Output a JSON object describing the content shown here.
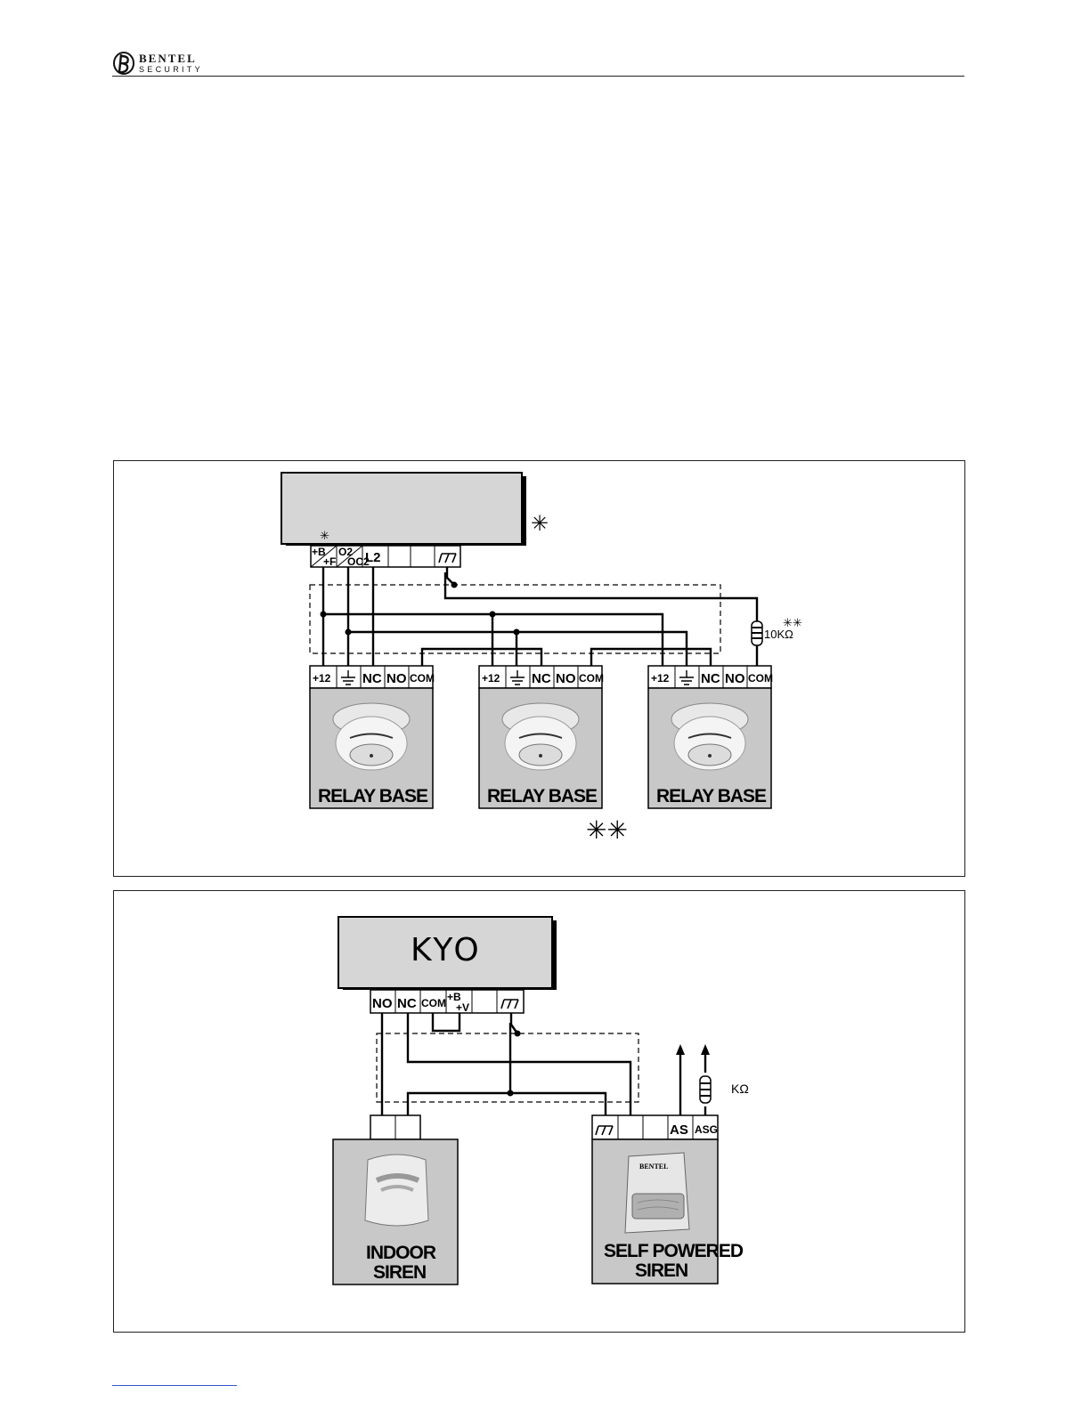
{
  "header": {
    "brand": "BENTEL",
    "brand_sub": "SECURITY"
  },
  "diagram1": {
    "panel_terminals": [
      "+B",
      "+F",
      "O2",
      "OC2",
      "L2",
      "",
      ""
    ],
    "panel_note_mark": "✳",
    "terminal_note_mark": "✳",
    "resistor_label": "10KΩ",
    "resistor_mark": "✳✳",
    "bottom_mark": "✳✳",
    "detector_terminals": [
      "+12",
      "",
      "NC",
      "NO",
      "COM"
    ],
    "detectors": [
      {
        "label": "RELAY BASE"
      },
      {
        "label": "RELAY BASE"
      },
      {
        "label": "RELAY BASE"
      }
    ]
  },
  "diagram2": {
    "panel_name": "KYO",
    "panel_terminals": [
      "NO",
      "NC",
      "COM",
      "+B",
      "+V",
      "",
      ""
    ],
    "resistor_label": "KΩ",
    "siren_terminals": [
      "",
      "",
      "",
      "AS",
      "ASG"
    ],
    "indoor_label_1": "INDOOR",
    "indoor_label_2": "SIREN",
    "outdoor_label_1": "SELF POWERED",
    "outdoor_label_2": "SIREN",
    "outdoor_brand": "BENTEL"
  }
}
